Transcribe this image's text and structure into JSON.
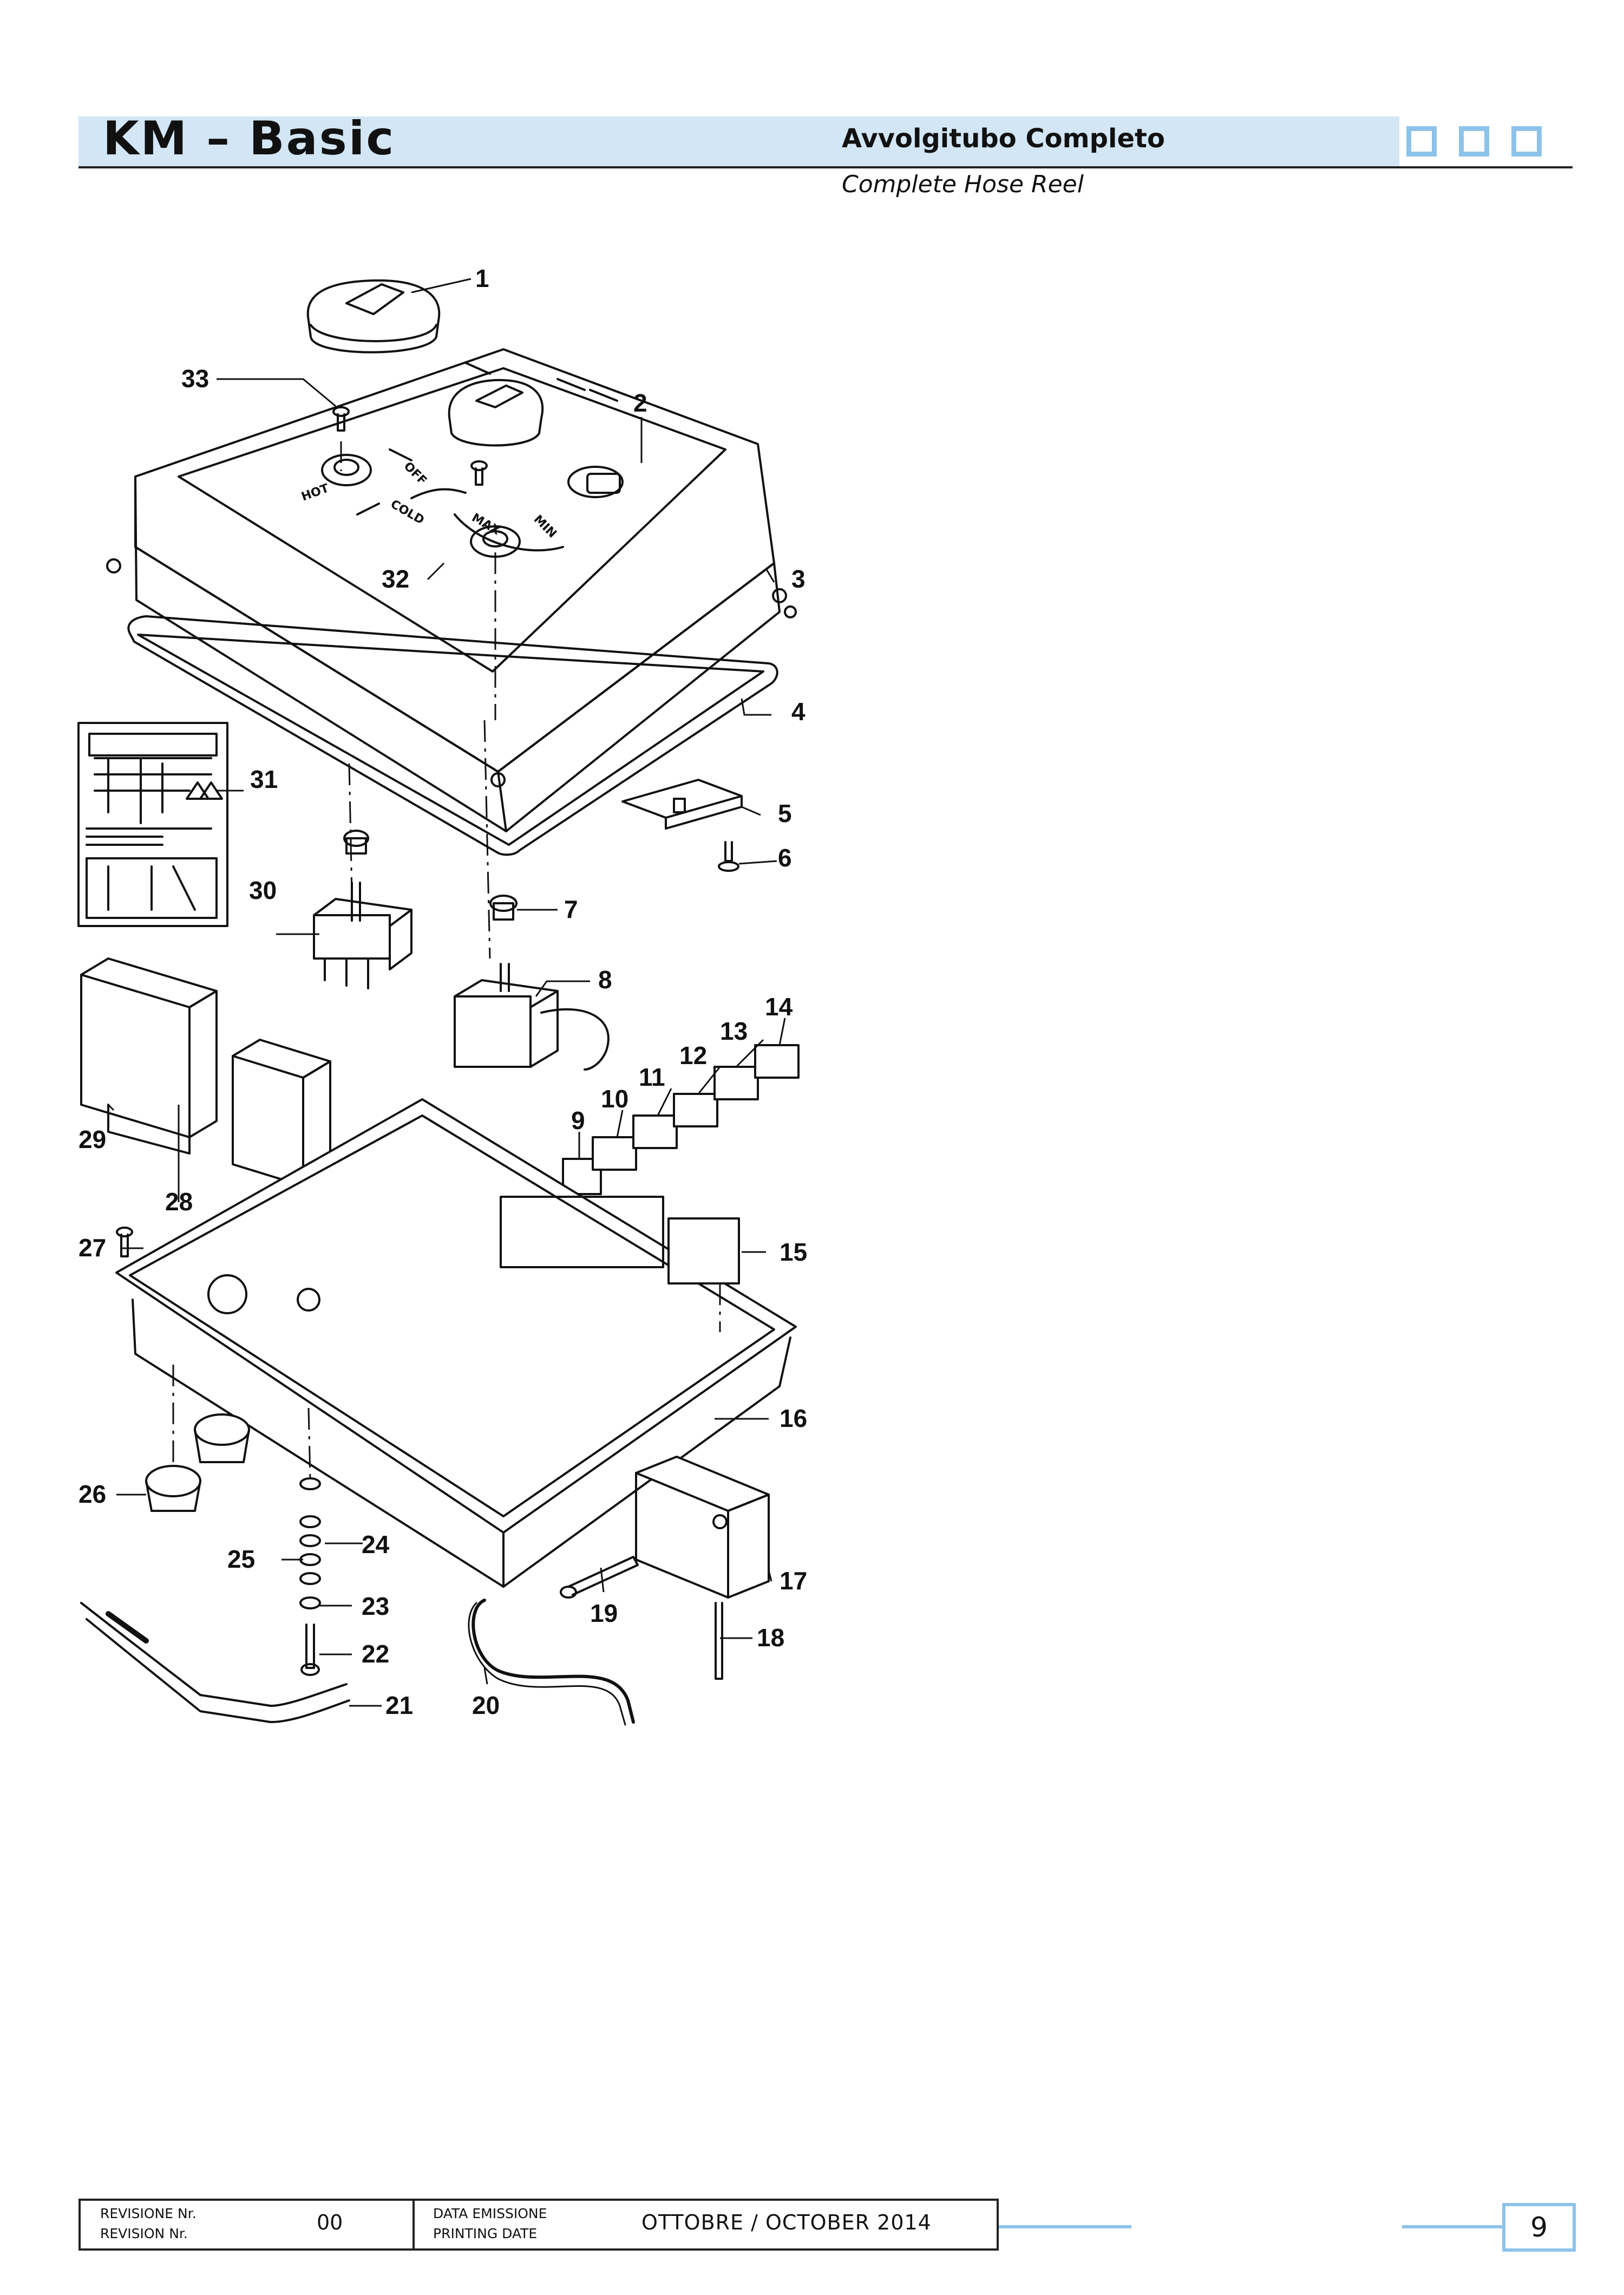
{
  "header": {
    "brand": "KM – Basic",
    "title_it": "Avvolgitubo Completo",
    "title_en": "Complete Hose Reel"
  },
  "colors": {
    "header_band": "#d2e6f5",
    "accent": "#8dc3ea",
    "ink": "#111111"
  },
  "diagram": {
    "labels": {
      "knob_off": "OFF",
      "knob_cold": "COLD",
      "knob_hot": "HOT",
      "knob_max": "MAX",
      "knob_min": "MIN"
    },
    "callouts": [
      "1",
      "2",
      "3",
      "4",
      "5",
      "6",
      "7",
      "8",
      "9",
      "10",
      "11",
      "12",
      "13",
      "14",
      "15",
      "16",
      "17",
      "18",
      "19",
      "20",
      "21",
      "22",
      "23",
      "24",
      "25",
      "26",
      "27",
      "28",
      "29",
      "30",
      "31",
      "32",
      "33"
    ]
  },
  "footer": {
    "revision_label_it": "REVISIONE Nr.",
    "revision_label_en": "REVISION Nr.",
    "revision_value": "00",
    "date_label_it": "DATA EMISSIONE",
    "date_label_en": "PRINTING DATE",
    "date_value": "OTTOBRE / OCTOBER 2014",
    "page_number": "9"
  }
}
